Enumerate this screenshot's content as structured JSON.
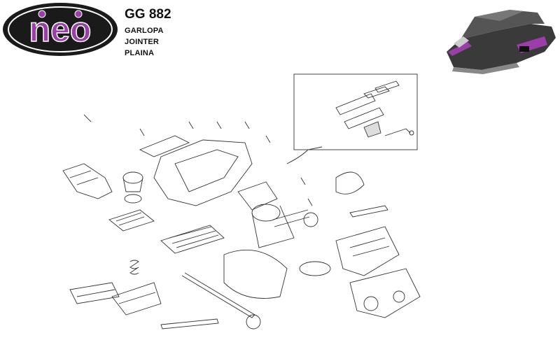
{
  "brand": {
    "logo_text": "neo"
  },
  "header": {
    "model": "GG 882",
    "names": [
      "GARLOPA",
      "JOINTER",
      "PLAINA"
    ]
  },
  "colors": {
    "brand_purple": "#9b3fa8",
    "logo_dark": "#1a1a1a",
    "outline": "#333333",
    "product_grey": "#4a4a4a"
  },
  "icons": {
    "logo": "neo-logo",
    "product": "electric-planer-photo",
    "diagram": "exploded-parts-diagram"
  }
}
